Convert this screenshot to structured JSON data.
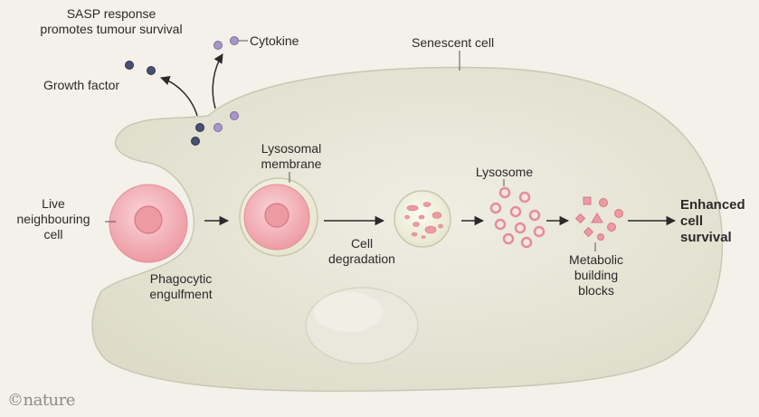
{
  "labels": {
    "sasp_line1": "SASP response",
    "sasp_line2": "promotes tumour survival",
    "cytokine": "Cytokine",
    "growth_factor": "Growth factor",
    "senescent_cell": "Senescent cell",
    "live_line1": "Live",
    "live_line2": "neighbouring",
    "live_line3": "cell",
    "lysosomal_line1": "Lysosomal",
    "lysosomal_line2": "membrane",
    "phagocytic_line1": "Phagocytic",
    "phagocytic_line2": "engulfment",
    "cell_deg_line1": "Cell",
    "cell_deg_line2": "degradation",
    "lysosome": "Lysosome",
    "metabolic_line1": "Metabolic",
    "metabolic_line2": "building",
    "metabolic_line3": "blocks",
    "enhanced_line1": "Enhanced",
    "enhanced_line2": "cell",
    "enhanced_line3": "survival"
  },
  "logo": "©nature",
  "colors": {
    "background": "#f4f1ea",
    "cell_fill": "#e6e4d6",
    "cell_stroke": "#c9c6b4",
    "pink": "#e58d98",
    "cytokine": "#a897c6",
    "growth_factor": "#4a5070"
  }
}
